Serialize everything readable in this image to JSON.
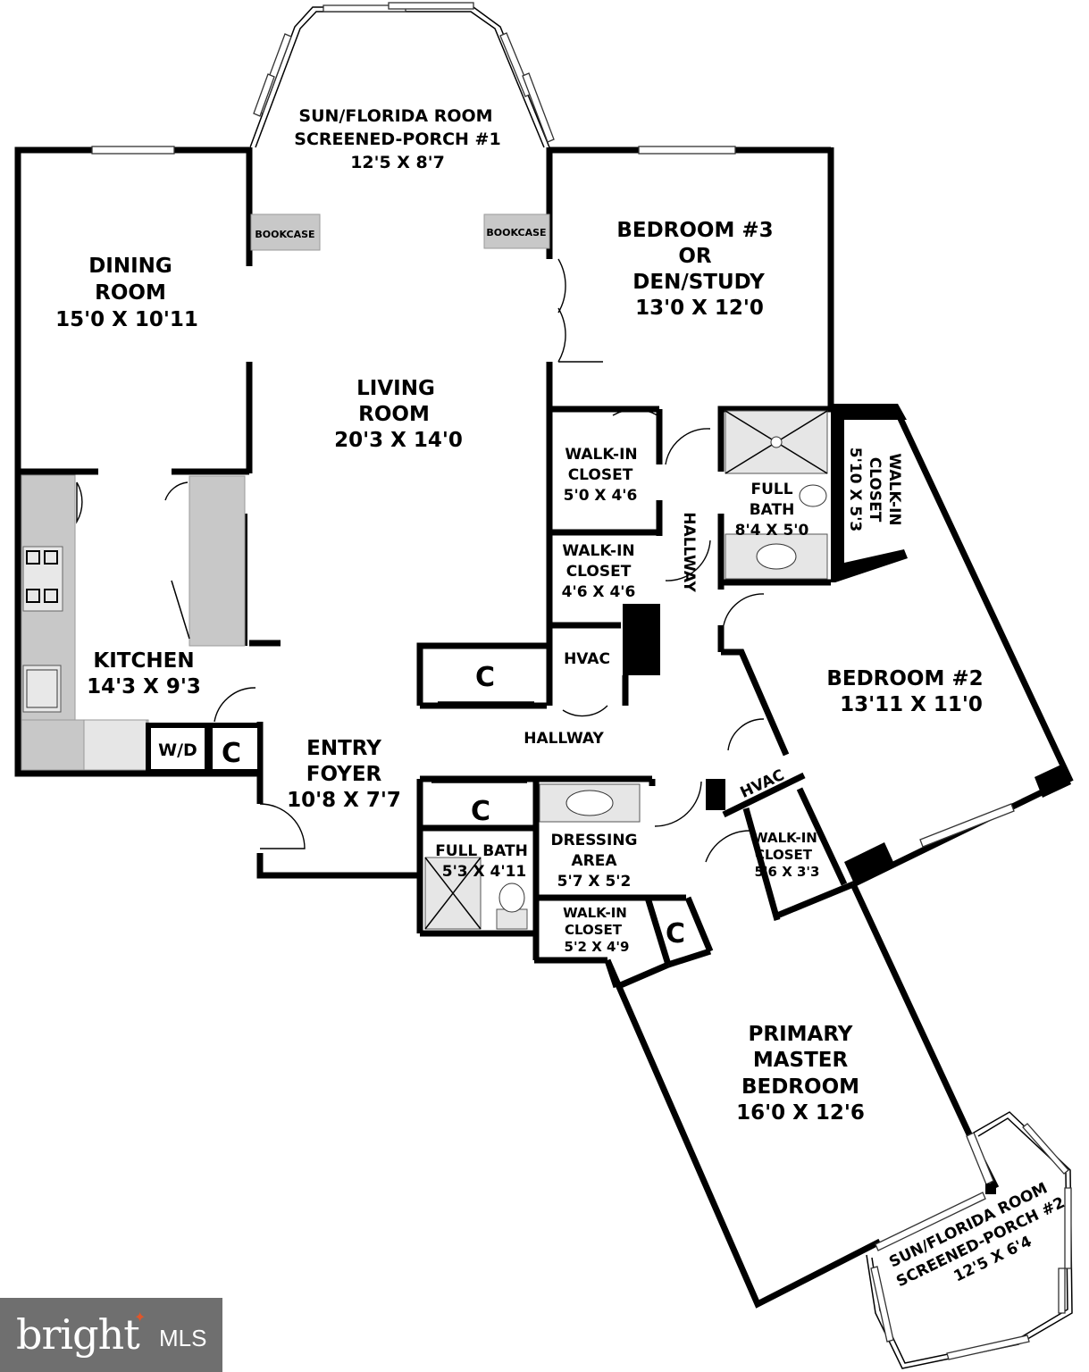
{
  "rooms": {
    "sun_porch_1": {
      "line1": "SUN/FLORIDA ROOM",
      "line2": "SCREENED-PORCH #1",
      "dims": "12'5 X 8'7"
    },
    "dining": {
      "line1": "DINING",
      "line2": "ROOM",
      "dims": "15'0 X 10'11"
    },
    "living": {
      "line1": "LIVING",
      "line2": "ROOM",
      "dims": "20'3 X 14'0"
    },
    "bedroom3": {
      "line1": "BEDROOM #3",
      "line2": "OR",
      "line3": "DEN/STUDY",
      "dims": "13'0 X 12'0"
    },
    "walkin1": {
      "line1": "WALK-IN",
      "line2": "CLOSET",
      "dims": "5'0 X 4'6"
    },
    "walkin2": {
      "line1": "WALK-IN",
      "line2": "CLOSET",
      "dims": "4'6 X 4'6"
    },
    "full_bath_1": {
      "line1": "FULL",
      "line2": "BATH",
      "dims": "8'4 X 5'0"
    },
    "walkin3": {
      "line1": "WALK-IN",
      "line2": "CLOSET",
      "dims": "5'10 X 5'3"
    },
    "hallway_v": "HALLWAY",
    "kitchen": {
      "line1": "KITCHEN",
      "dims": "14'3 X 9'3"
    },
    "hvac1": "HVAC",
    "closet_c1": "C",
    "hallway_h": "HALLWAY",
    "bedroom2": {
      "line1": "BEDROOM #2",
      "dims": "13'11 X 11'0"
    },
    "wd": "W/D",
    "closet_c2": "C",
    "entry": {
      "line1": "ENTRY",
      "line2": "FOYER",
      "dims": "10'8 X 7'7"
    },
    "closet_c3": "C",
    "full_bath_2": {
      "line1": "FULL BATH",
      "dims": "5'3 X 4'11"
    },
    "dressing": {
      "line1": "DRESSING",
      "line2": "AREA",
      "dims": "5'7 X 5'2"
    },
    "hvac2": "HVAC",
    "walkin4": {
      "line1": "WALK-IN",
      "line2": "CLOSET",
      "dims": "5'6 X 3'3"
    },
    "walkin5": {
      "line1": "WALK-IN",
      "line2": "CLOSET",
      "dims": "5'2 X 4'9"
    },
    "closet_c4": "C",
    "primary": {
      "line1": "PRIMARY",
      "line2": "MASTER",
      "line3": "BEDROOM",
      "dims": "16'0 X 12'6"
    },
    "sun_porch_2": {
      "line1": "SUN/FLORIDA ROOM",
      "line2": "SCREENED-PORCH #2",
      "dims": "12'5 X 6'4"
    }
  },
  "fixtures": {
    "bookcase_left": "BOOKCASE",
    "bookcase_right": "BOOKCASE"
  },
  "logo": {
    "brand": "bright",
    "suffix": "MLS"
  }
}
